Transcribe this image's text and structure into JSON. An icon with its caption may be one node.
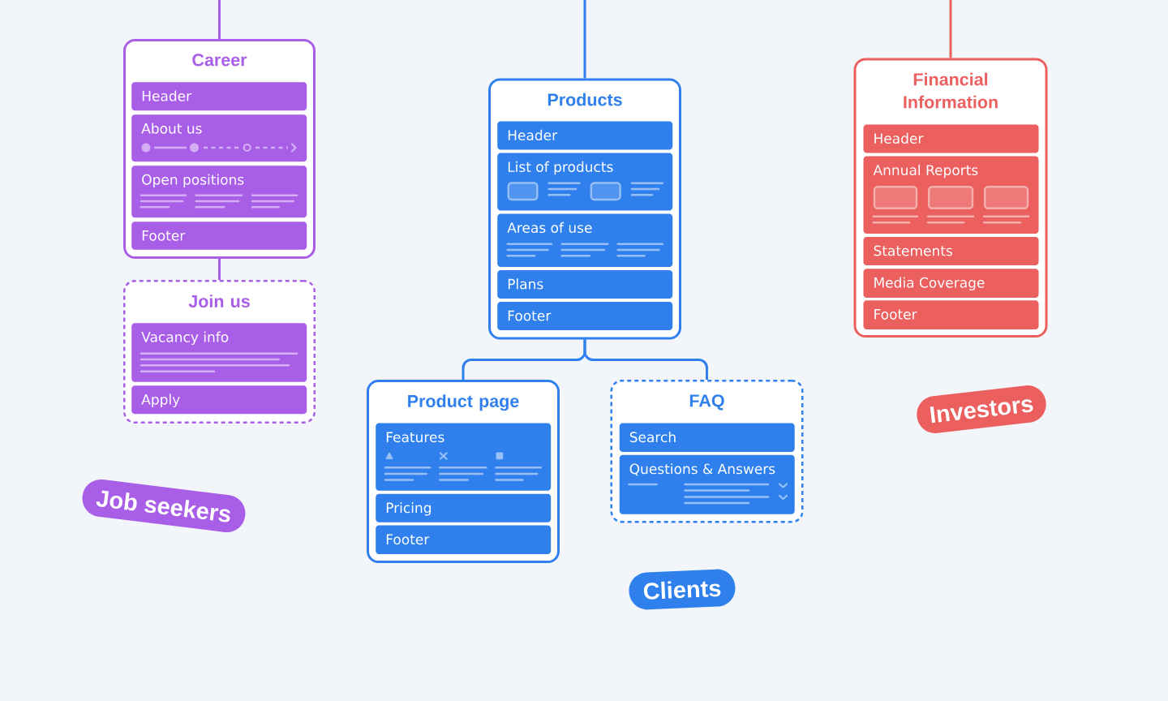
{
  "diagram": {
    "nodes": [
      {
        "text": [
          "Career"
        ]
      },
      {
        "text": [
          "Header"
        ],
        "in": 0
      },
      {
        "text": [
          "About us"
        ],
        "in": 0
      },
      {
        "text": [
          "Open positions"
        ],
        "in": 0
      },
      {
        "text": [
          "Footer"
        ],
        "in": 0
      },
      {
        "text": [
          "Join us"
        ]
      },
      {
        "text": [
          "Vacancy info"
        ],
        "in": 5
      },
      {
        "text": [
          "Apply"
        ],
        "in": 5
      },
      {
        "text": [
          "Products"
        ]
      },
      {
        "text": [
          "Header"
        ],
        "in": 8
      },
      {
        "text": [
          "List of products"
        ],
        "in": 8
      },
      {
        "text": [
          "Areas of use"
        ],
        "in": 8
      },
      {
        "text": [
          "Plans"
        ],
        "in": 8
      },
      {
        "text": [
          "Footer"
        ],
        "in": 8
      },
      {
        "text": [
          "Product page"
        ]
      },
      {
        "text": [
          "Features"
        ],
        "in": 14
      },
      {
        "text": [
          "Pricing"
        ],
        "in": 14
      },
      {
        "text": [
          "Footer"
        ],
        "in": 14
      },
      {
        "text": [
          "FAQ"
        ]
      },
      {
        "text": [
          "Search"
        ],
        "in": 18
      },
      {
        "text": [
          "Questions & Answers"
        ],
        "in": 18
      },
      {
        "text": [
          "Financial Information"
        ]
      },
      {
        "text": [
          "Header"
        ],
        "in": 21
      },
      {
        "text": [
          "Annual Reports"
        ],
        "in": 21
      },
      {
        "text": [
          "Statements"
        ],
        "in": 21
      },
      {
        "text": [
          "Media Coverage"
        ],
        "in": 21
      },
      {
        "text": [
          "Footer"
        ],
        "in": 21
      },
      {
        "text": [
          "Job seekers"
        ]
      },
      {
        "text": [
          "Clients"
        ]
      },
      {
        "text": [
          "Investors"
        ]
      }
    ],
    "edges": [
      {
        "from": null,
        "to": 0,
        "arrow": "none",
        "color": "#a95ee8"
      },
      {
        "from": 0,
        "to": 5,
        "arrow": "none",
        "color": "#a95ee8"
      },
      {
        "from": null,
        "to": 8,
        "arrow": "none"
      },
      {
        "from": 8,
        "to": 14,
        "arrow": "none"
      },
      {
        "from": 8,
        "to": 18,
        "arrow": "none"
      },
      {
        "from": null,
        "to": 21,
        "arrow": "none",
        "color": "#eb5f5f"
      }
    ]
  }
}
